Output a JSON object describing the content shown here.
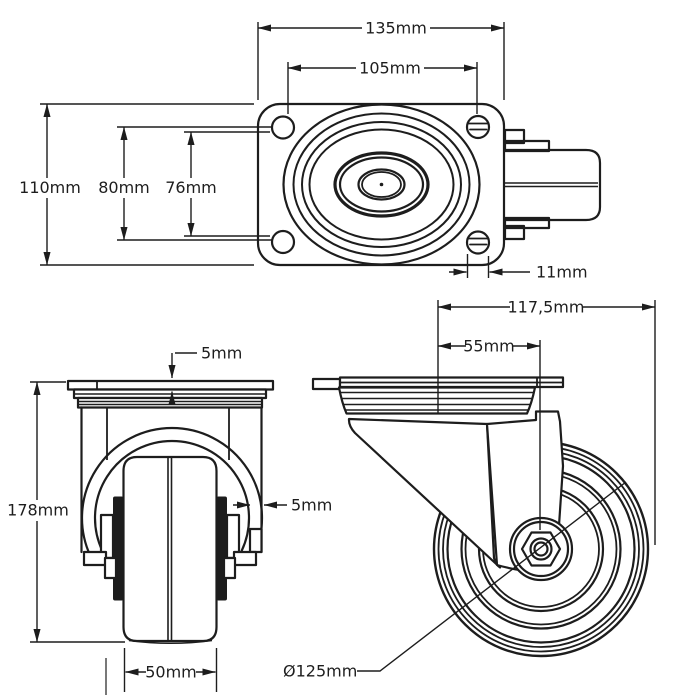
{
  "drawing": {
    "subject": "Swivel castor wheel technical drawing, three orthographic views with dimensions",
    "views": {
      "top": "plan view of mounting plate with bolt holes",
      "front": "front elevation of castor",
      "side": "side elevation of swivel castor"
    },
    "colors": {
      "line": "#1d1d1d",
      "background": "#ffffff"
    }
  },
  "dimensions": {
    "top_view": {
      "plate_length": {
        "text": "135mm"
      },
      "hole_spacing_length": {
        "text": "105mm"
      },
      "plate_width": {
        "text": "110mm"
      },
      "hole_spacing_outer": {
        "text": "80mm"
      },
      "hole_spacing_inner": {
        "text": "76mm"
      },
      "hole_diameter": {
        "text": "11mm"
      }
    },
    "front_view": {
      "plate_thickness": {
        "text": "5mm"
      },
      "total_height": {
        "text": "178mm"
      },
      "bracket_thickness": {
        "text": "5mm"
      },
      "wheel_width": {
        "text": "50mm"
      }
    },
    "side_view": {
      "total_length": {
        "text": "117,5mm"
      },
      "swivel_offset": {
        "text": "55mm"
      },
      "wheel_diameter": {
        "text": "Ø125mm"
      }
    }
  }
}
